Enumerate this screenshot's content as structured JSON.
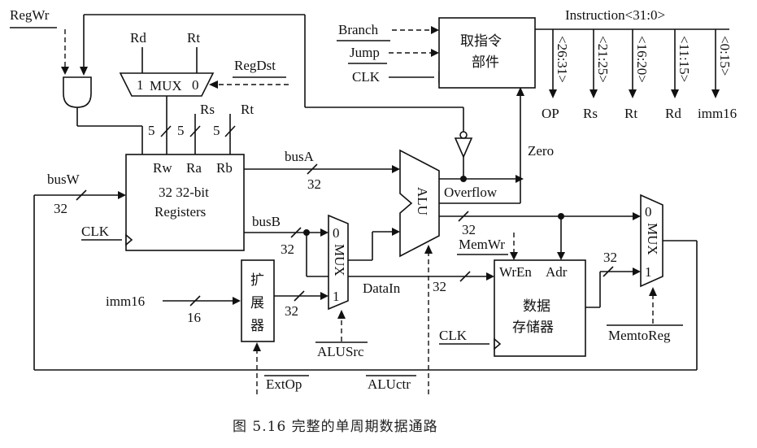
{
  "labels": {
    "regwr": "RegWr",
    "rd_top": "Rd",
    "rt_top": "Rt",
    "mux_dst": "MUX",
    "mux_dst_1": "1",
    "mux_dst_0": "0",
    "regdst": "RegDst",
    "five_a": "5",
    "five_b": "5",
    "five_c": "5",
    "rs": "Rs",
    "rt": "Rt",
    "rw": "Rw",
    "ra": "Ra",
    "rb": "Rb",
    "reg_title": "32 32-bit",
    "reg_sub": "Registers",
    "busw": "busW",
    "busw_32": "32",
    "clk_reg": "CLK",
    "busa": "busA",
    "busa_32": "32",
    "busb": "busB",
    "busb_32": "32",
    "imm16_in": "imm16",
    "imm16_16": "16",
    "ext_l1": "扩",
    "ext_l2": "展",
    "ext_l3": "器",
    "ext_32": "32",
    "mux_src": "MUX",
    "mux_src_0": "0",
    "mux_src_1": "1",
    "alusrc": "ALUSrc",
    "extop": "ExtOp",
    "aluctr": "ALUctr",
    "alu": "ALU",
    "overflow": "Overflow",
    "zero": "Zero",
    "branch": "Branch",
    "jump": "Jump",
    "clk_if": "CLK",
    "ifu_l1": "取指令",
    "ifu_l2": "部件",
    "instruction": "Instruction<31:0>",
    "f1": "<26:31>",
    "f2": "<21:25>",
    "f3": "<16:20>",
    "f4": "<11:15>",
    "f5": "<0:15>",
    "op": "OP",
    "out_rs": "Rs",
    "out_rt": "Rt",
    "out_rd": "Rd",
    "out_imm16": "imm16",
    "alu_out_32": "32",
    "memwr": "MemWr",
    "datain": "DataIn",
    "datain_32": "32",
    "wren": "WrEn",
    "adr": "Adr",
    "mem_l1": "数据",
    "mem_l2": "存储器",
    "clk_mem": "CLK",
    "mem_out_32": "32",
    "mux_mem": "MUX",
    "mux_mem_0": "0",
    "mux_mem_1": "1",
    "memtoreg": "MemtoReg"
  },
  "caption": "图 5.16   完整的单周期数据通路"
}
